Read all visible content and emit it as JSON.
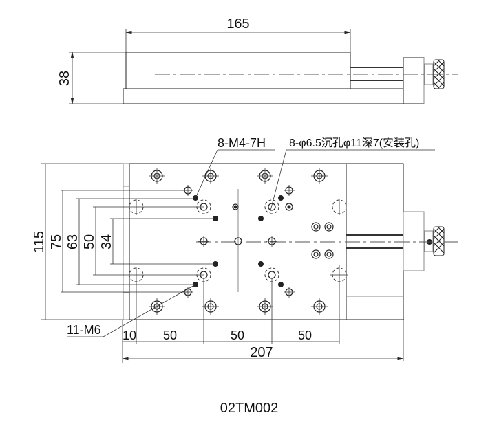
{
  "drawing": {
    "model_code": "02TM002",
    "side_view": {
      "length_dim": "165",
      "height_dim": "38"
    },
    "top_view": {
      "callout_tapped_holes": "8-M4-7H",
      "callout_mount_holes": "8-φ6.5沉孔φ11深7(安装孔)",
      "callout_m6_holes": "11-M6",
      "vertical_dims": [
        "115",
        "75",
        "63",
        "50",
        "34"
      ],
      "horizontal_dims": [
        "10",
        "50",
        "50",
        "50"
      ],
      "overall_length_dim": "207"
    }
  }
}
